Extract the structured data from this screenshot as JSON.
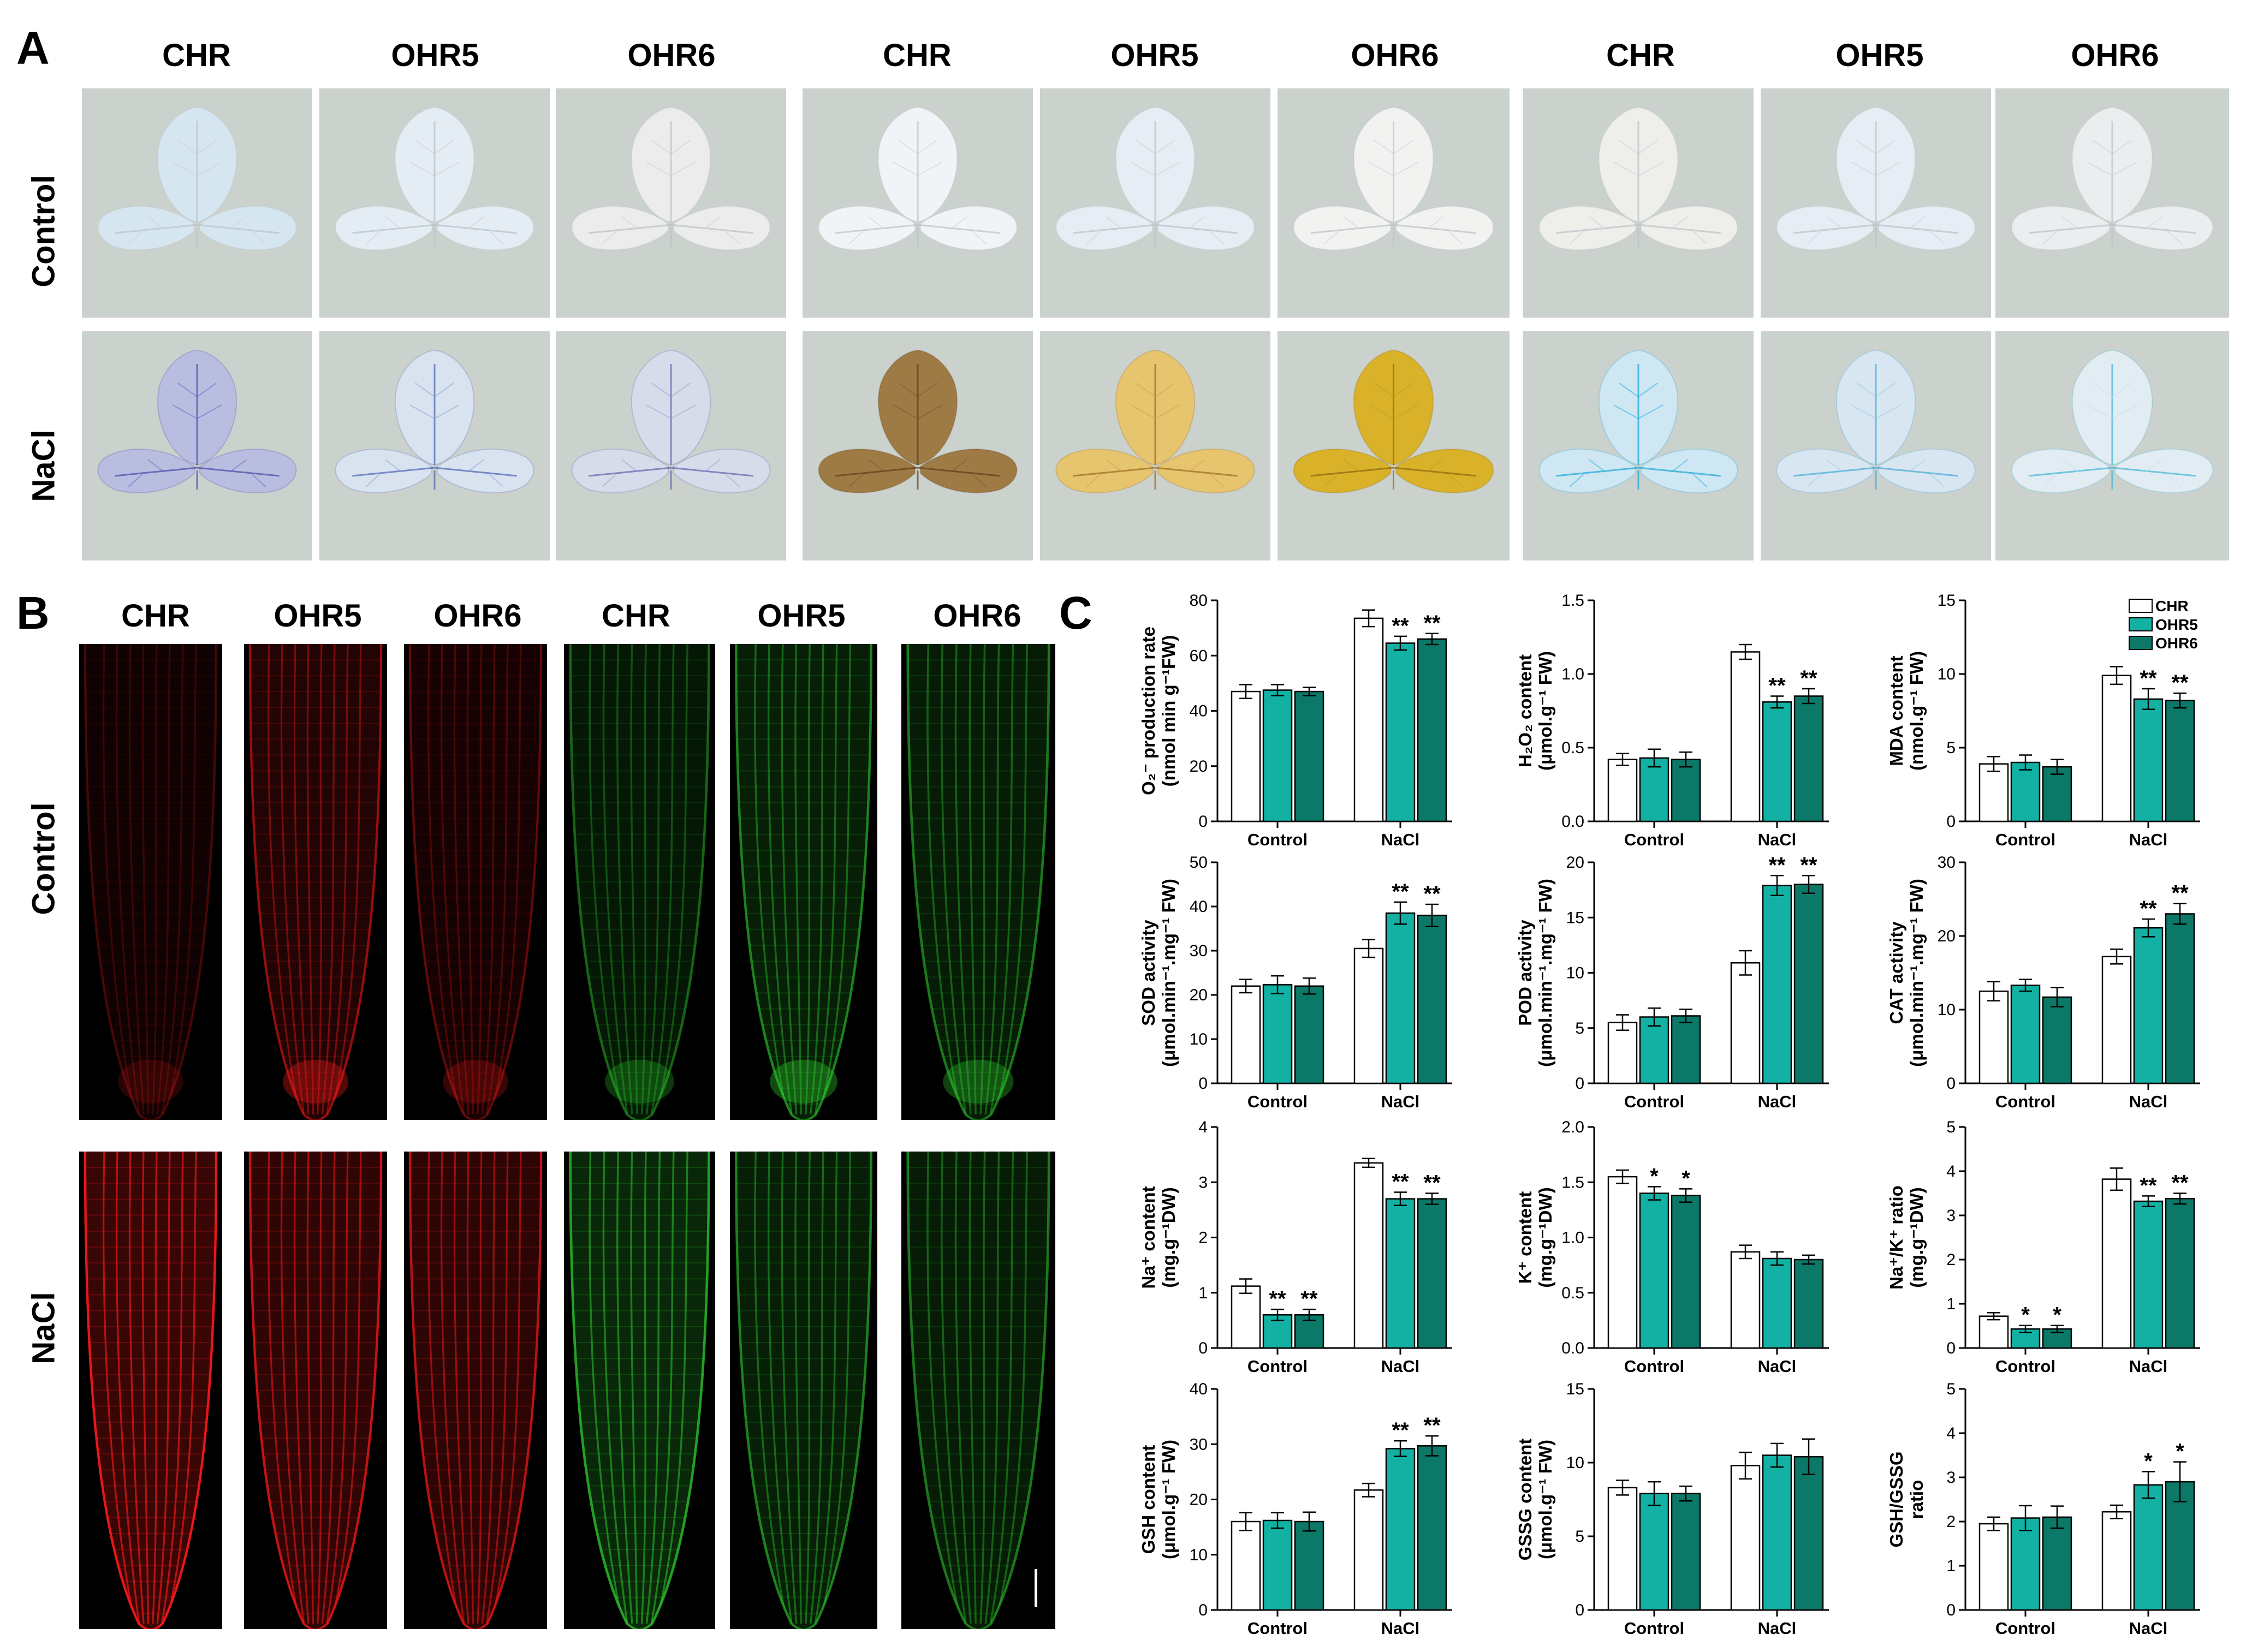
{
  "panel_a": {
    "letter": "A",
    "columns": [
      "CHR",
      "OHR5",
      "OHR6",
      "CHR",
      "OHR5",
      "OHR6",
      "CHR",
      "OHR5",
      "OHR6"
    ],
    "rows": [
      "Control",
      "NaCl"
    ]
  },
  "panel_b": {
    "letter": "B",
    "columns": [
      "CHR",
      "OHR5",
      "OHR6",
      "CHR",
      "OHR5",
      "OHR6"
    ],
    "rows": [
      "Control",
      "NaCl"
    ]
  },
  "panel_c": {
    "letter": "C"
  },
  "chart_data": [
    {
      "type": "bar",
      "ylabel_lines": [
        "O₂⁻ production rate",
        "(nmol min g⁻¹FW)"
      ],
      "categories": [
        "Control",
        "NaCl"
      ],
      "ylim": [
        0,
        80
      ],
      "yticks": [
        0,
        20,
        40,
        60,
        80
      ],
      "series": [
        {
          "name": "CHR",
          "values": [
            47,
            73.5
          ],
          "errors": [
            2.5,
            3
          ]
        },
        {
          "name": "OHR5",
          "values": [
            47.5,
            64.5
          ],
          "errors": [
            2,
            2.5
          ]
        },
        {
          "name": "OHR6",
          "values": [
            47,
            66
          ],
          "errors": [
            1.5,
            2
          ]
        }
      ],
      "annotations": [
        [
          "",
          ""
        ],
        [
          "**",
          "**"
        ]
      ],
      "legend": []
    },
    {
      "type": "bar",
      "ylabel_lines": [
        "H₂O₂ content",
        "(μmol.g⁻¹ FW)"
      ],
      "categories": [
        "Control",
        "NaCl"
      ],
      "ylim": [
        0,
        1.5
      ],
      "yticks": [
        "0.0",
        "0.5",
        "1.0",
        "1.5"
      ],
      "series": [
        {
          "name": "CHR",
          "values": [
            0.42,
            1.15
          ],
          "errors": [
            0.04,
            0.05
          ]
        },
        {
          "name": "OHR5",
          "values": [
            0.43,
            0.81
          ],
          "errors": [
            0.06,
            0.04
          ]
        },
        {
          "name": "OHR6",
          "values": [
            0.42,
            0.85
          ],
          "errors": [
            0.05,
            0.05
          ]
        }
      ],
      "annotations": [
        [
          "",
          ""
        ],
        [
          "**",
          "**"
        ]
      ],
      "legend": []
    },
    {
      "type": "bar",
      "ylabel_lines": [
        "MDA content",
        "(nmol.g⁻¹ FW)"
      ],
      "categories": [
        "Control",
        "NaCl"
      ],
      "ylim": [
        0,
        15
      ],
      "yticks": [
        0,
        5,
        10,
        15
      ],
      "series": [
        {
          "name": "CHR",
          "values": [
            3.9,
            9.9
          ],
          "errors": [
            0.5,
            0.6
          ]
        },
        {
          "name": "OHR5",
          "values": [
            4.0,
            8.3
          ],
          "errors": [
            0.5,
            0.7
          ]
        },
        {
          "name": "OHR6",
          "values": [
            3.7,
            8.2
          ],
          "errors": [
            0.5,
            0.5
          ]
        }
      ],
      "annotations": [
        [
          "",
          ""
        ],
        [
          "**",
          "**"
        ]
      ],
      "legend": [
        "CHR",
        "OHR5",
        "OHR6"
      ]
    },
    {
      "type": "bar",
      "ylabel_lines": [
        "SOD activity",
        "(μmol.min⁻¹.mg⁻¹ FW)"
      ],
      "categories": [
        "Control",
        "NaCl"
      ],
      "ylim": [
        0,
        50
      ],
      "yticks": [
        0,
        10,
        20,
        30,
        40,
        50
      ],
      "series": [
        {
          "name": "CHR",
          "values": [
            22,
            30.5
          ],
          "errors": [
            1.5,
            2
          ]
        },
        {
          "name": "OHR5",
          "values": [
            22.3,
            38.5
          ],
          "errors": [
            2,
            2.5
          ]
        },
        {
          "name": "OHR6",
          "values": [
            22,
            38
          ],
          "errors": [
            1.8,
            2.5
          ]
        }
      ],
      "annotations": [
        [
          "",
          ""
        ],
        [
          "**",
          "**"
        ]
      ],
      "legend": []
    },
    {
      "type": "bar",
      "ylabel_lines": [
        "POD activity",
        "(μmol.min⁻¹.mg⁻¹ FW)"
      ],
      "categories": [
        "Control",
        "NaCl"
      ],
      "ylim": [
        0,
        20
      ],
      "yticks": [
        0,
        5,
        10,
        15,
        20
      ],
      "series": [
        {
          "name": "CHR",
          "values": [
            5.5,
            10.9
          ],
          "errors": [
            0.7,
            1.1
          ]
        },
        {
          "name": "OHR5",
          "values": [
            6.0,
            17.9
          ],
          "errors": [
            0.8,
            0.9
          ]
        },
        {
          "name": "OHR6",
          "values": [
            6.1,
            18.0
          ],
          "errors": [
            0.6,
            0.8
          ]
        }
      ],
      "annotations": [
        [
          "",
          ""
        ],
        [
          "**",
          "**"
        ]
      ],
      "legend": []
    },
    {
      "type": "bar",
      "ylabel_lines": [
        "CAT activity",
        "(μmol.min⁻¹.mg⁻¹ FW)"
      ],
      "categories": [
        "Control",
        "NaCl"
      ],
      "ylim": [
        0,
        30
      ],
      "yticks": [
        0,
        10,
        20,
        30
      ],
      "series": [
        {
          "name": "CHR",
          "values": [
            12.5,
            17.2
          ],
          "errors": [
            1.3,
            1
          ]
        },
        {
          "name": "OHR5",
          "values": [
            13.3,
            21.1
          ],
          "errors": [
            0.8,
            1.2
          ]
        },
        {
          "name": "OHR6",
          "values": [
            11.7,
            23
          ],
          "errors": [
            1.3,
            1.4
          ]
        }
      ],
      "annotations": [
        [
          "",
          ""
        ],
        [
          "**",
          "**"
        ]
      ],
      "legend": []
    },
    {
      "type": "bar",
      "ylabel_lines": [
        "Na⁺ content",
        "(mg.g⁻¹DW)"
      ],
      "categories": [
        "Control",
        "NaCl"
      ],
      "ylim": [
        0,
        4
      ],
      "yticks": [
        0,
        1,
        2,
        3,
        4
      ],
      "series": [
        {
          "name": "CHR",
          "values": [
            1.12,
            3.35
          ],
          "errors": [
            0.13,
            0.08
          ]
        },
        {
          "name": "OHR5",
          "values": [
            0.6,
            2.7
          ],
          "errors": [
            0.1,
            0.12
          ]
        },
        {
          "name": "OHR6",
          "values": [
            0.6,
            2.7
          ],
          "errors": [
            0.1,
            0.1
          ]
        }
      ],
      "annotations": [
        [
          "**",
          "**"
        ],
        [
          "**",
          "**"
        ]
      ],
      "legend": []
    },
    {
      "type": "bar",
      "ylabel_lines": [
        "K⁺ content",
        "(mg.g⁻¹DW)"
      ],
      "categories": [
        "Control",
        "NaCl"
      ],
      "ylim": [
        0,
        2.0
      ],
      "yticks": [
        "0.0",
        "0.5",
        "1.0",
        "1.5",
        "2.0"
      ],
      "series": [
        {
          "name": "CHR",
          "values": [
            1.55,
            0.87
          ],
          "errors": [
            0.06,
            0.06
          ]
        },
        {
          "name": "OHR5",
          "values": [
            1.4,
            0.81
          ],
          "errors": [
            0.06,
            0.06
          ]
        },
        {
          "name": "OHR6",
          "values": [
            1.38,
            0.8
          ],
          "errors": [
            0.06,
            0.04
          ]
        }
      ],
      "annotations": [
        [
          "*",
          "*"
        ],
        [
          "",
          ""
        ]
      ],
      "legend": []
    },
    {
      "type": "bar",
      "ylabel_lines": [
        "Na⁺/K⁺ ratio",
        "(mg.g⁻¹DW)"
      ],
      "categories": [
        "Control",
        "NaCl"
      ],
      "ylim": [
        0,
        5
      ],
      "yticks": [
        0,
        1,
        2,
        3,
        4,
        5
      ],
      "series": [
        {
          "name": "CHR",
          "values": [
            0.72,
            3.82
          ],
          "errors": [
            0.08,
            0.25
          ]
        },
        {
          "name": "OHR5",
          "values": [
            0.43,
            3.32
          ],
          "errors": [
            0.08,
            0.12
          ]
        },
        {
          "name": "OHR6",
          "values": [
            0.43,
            3.38
          ],
          "errors": [
            0.08,
            0.12
          ]
        }
      ],
      "annotations": [
        [
          "*",
          "*"
        ],
        [
          "**",
          "**"
        ]
      ],
      "legend": []
    },
    {
      "type": "bar",
      "ylabel_lines": [
        "GSH content",
        "(μmol.g⁻¹ FW)"
      ],
      "categories": [
        "Control",
        "NaCl"
      ],
      "ylim": [
        0,
        40
      ],
      "yticks": [
        0,
        10,
        20,
        30,
        40
      ],
      "series": [
        {
          "name": "CHR",
          "values": [
            16,
            21.7
          ],
          "errors": [
            1.6,
            1.2
          ]
        },
        {
          "name": "OHR5",
          "values": [
            16.2,
            29.2
          ],
          "errors": [
            1.4,
            1.4
          ]
        },
        {
          "name": "OHR6",
          "values": [
            16,
            29.7
          ],
          "errors": [
            1.7,
            1.8
          ]
        }
      ],
      "annotations": [
        [
          "",
          ""
        ],
        [
          "**",
          "**"
        ]
      ],
      "legend": []
    },
    {
      "type": "bar",
      "ylabel_lines": [
        "GSSG content",
        "(μmol.g⁻¹ FW)"
      ],
      "categories": [
        "Control",
        "NaCl"
      ],
      "ylim": [
        0,
        15
      ],
      "yticks": [
        0,
        5,
        10,
        15
      ],
      "series": [
        {
          "name": "CHR",
          "values": [
            8.3,
            9.8
          ],
          "errors": [
            0.5,
            0.9
          ]
        },
        {
          "name": "OHR5",
          "values": [
            7.9,
            10.5
          ],
          "errors": [
            0.8,
            0.8
          ]
        },
        {
          "name": "OHR6",
          "values": [
            7.9,
            10.4
          ],
          "errors": [
            0.5,
            1.2
          ]
        }
      ],
      "annotations": [
        [
          "",
          ""
        ],
        [
          "",
          ""
        ]
      ],
      "legend": []
    },
    {
      "type": "bar",
      "ylabel_lines": [
        "GSH/GSSG",
        "ratio"
      ],
      "categories": [
        "Control",
        "NaCl"
      ],
      "ylim": [
        0,
        5
      ],
      "yticks": [
        0,
        1,
        2,
        3,
        4,
        5
      ],
      "series": [
        {
          "name": "CHR",
          "values": [
            1.95,
            2.22
          ],
          "errors": [
            0.15,
            0.15
          ]
        },
        {
          "name": "OHR5",
          "values": [
            2.08,
            2.83
          ],
          "errors": [
            0.28,
            0.3
          ]
        },
        {
          "name": "OHR6",
          "values": [
            2.1,
            2.9
          ],
          "errors": [
            0.25,
            0.45
          ]
        }
      ],
      "annotations": [
        [
          "",
          ""
        ],
        [
          "*",
          "*"
        ]
      ],
      "legend": []
    }
  ],
  "colors": {
    "CHR": "#ffffff",
    "OHR5": "#13b1a3",
    "OHR6": "#0c7867",
    "tile_bg": "#cbd1cc"
  }
}
